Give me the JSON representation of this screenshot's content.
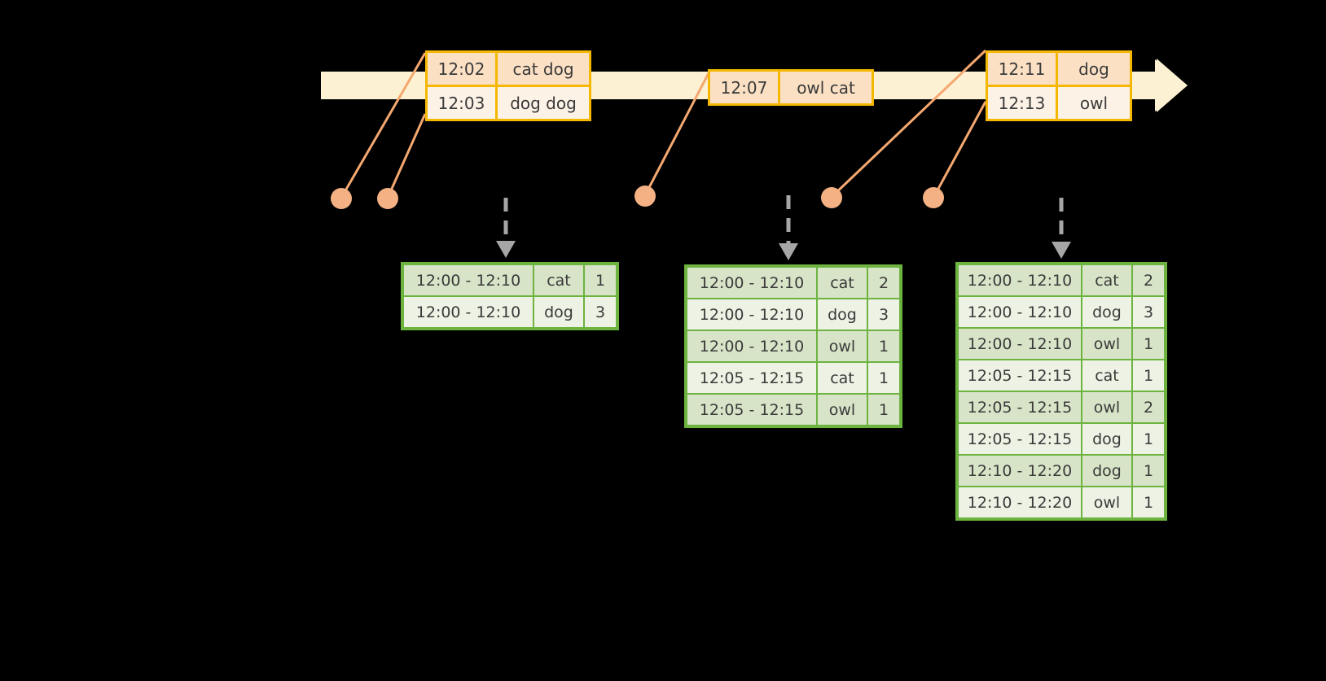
{
  "diagram": {
    "title": "sliding-window-word-count",
    "colors": {
      "background": "#000000",
      "timeline_fill": "#FDF1D3",
      "event_border": "#F5B800",
      "event_fill_dark": "#FBE0C4",
      "event_fill_light": "#FDF2E6",
      "dot": "#F4B183",
      "connector_line": "#F4A870",
      "table_border": "#6CB33F",
      "table_row_dark": "#D8E4C8",
      "table_row_light": "#EDF2E4",
      "dashed_arrow": "#A6A6A6",
      "text": "#3A3A3A"
    }
  },
  "timeline": {
    "name": "event-stream-timeline",
    "arrow_head": "right-arrow"
  },
  "events": [
    {
      "name": "event-group-1",
      "rows": [
        {
          "time": "12:02",
          "words": "cat dog"
        },
        {
          "time": "12:03",
          "words": "dog dog"
        }
      ]
    },
    {
      "name": "event-group-2",
      "rows": [
        {
          "time": "12:07",
          "words": "owl cat"
        }
      ]
    },
    {
      "name": "event-group-3",
      "rows": [
        {
          "time": "12:11",
          "words": "dog"
        },
        {
          "time": "12:13",
          "words": "owl"
        }
      ]
    }
  ],
  "dots": [
    {
      "name": "event-dot-1202"
    },
    {
      "name": "event-dot-1203"
    },
    {
      "name": "event-dot-1207"
    },
    {
      "name": "event-dot-1211"
    },
    {
      "name": "event-dot-1213"
    }
  ],
  "result_tables": [
    {
      "name": "window-results-snapshot-1",
      "rows": [
        {
          "window": "12:00 - 12:10",
          "key": "cat",
          "count": "1"
        },
        {
          "window": "12:00 - 12:10",
          "key": "dog",
          "count": "3"
        }
      ]
    },
    {
      "name": "window-results-snapshot-2",
      "rows": [
        {
          "window": "12:00 - 12:10",
          "key": "cat",
          "count": "2"
        },
        {
          "window": "12:00 - 12:10",
          "key": "dog",
          "count": "3"
        },
        {
          "window": "12:00 - 12:10",
          "key": "owl",
          "count": "1"
        },
        {
          "window": "12:05 - 12:15",
          "key": "cat",
          "count": "1"
        },
        {
          "window": "12:05 - 12:15",
          "key": "owl",
          "count": "1"
        }
      ]
    },
    {
      "name": "window-results-snapshot-3",
      "rows": [
        {
          "window": "12:00 - 12:10",
          "key": "cat",
          "count": "2"
        },
        {
          "window": "12:00 - 12:10",
          "key": "dog",
          "count": "3"
        },
        {
          "window": "12:00 - 12:10",
          "key": "owl",
          "count": "1"
        },
        {
          "window": "12:05 - 12:15",
          "key": "cat",
          "count": "1"
        },
        {
          "window": "12:05 - 12:15",
          "key": "owl",
          "count": "2"
        },
        {
          "window": "12:05 - 12:15",
          "key": "dog",
          "count": "1"
        },
        {
          "window": "12:10 - 12:20",
          "key": "dog",
          "count": "1"
        },
        {
          "window": "12:10 - 12:20",
          "key": "owl",
          "count": "1"
        }
      ]
    }
  ]
}
